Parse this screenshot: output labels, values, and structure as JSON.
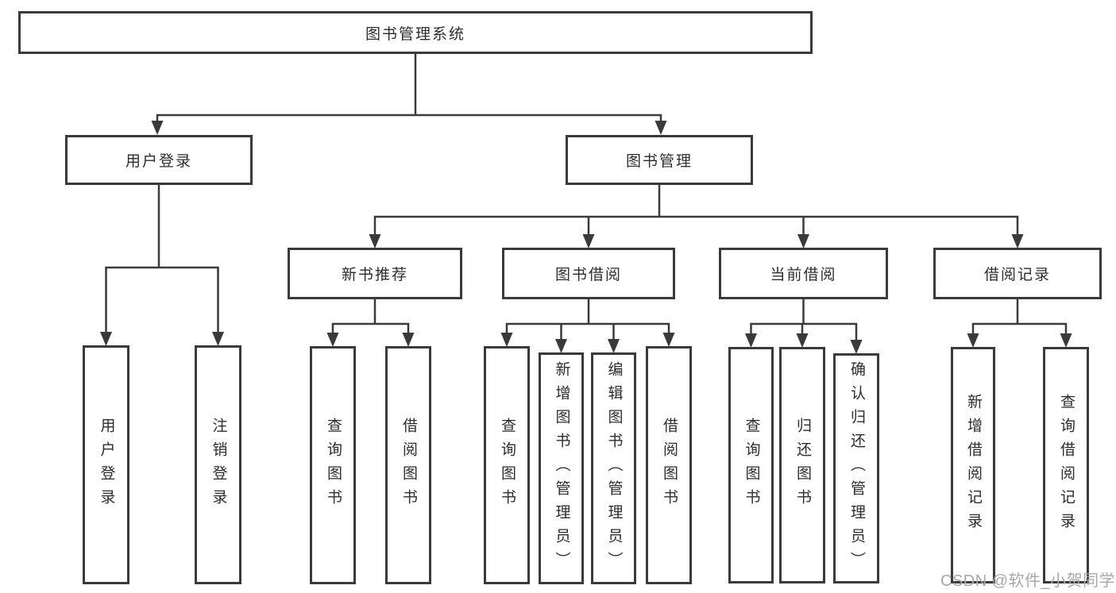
{
  "diagram": {
    "root": {
      "label": "图书管理系统"
    },
    "branches": [
      {
        "label": "用户登录",
        "children": [
          {
            "label": "用户登录"
          },
          {
            "label": "注销登录"
          }
        ]
      },
      {
        "label": "图书管理",
        "children": [
          {
            "label": "新书推荐",
            "children": [
              {
                "label": "查询图书"
              },
              {
                "label": "借阅图书"
              }
            ]
          },
          {
            "label": "图书借阅",
            "children": [
              {
                "label": "查询图书"
              },
              {
                "label": "新增图书（管理员）"
              },
              {
                "label": "编辑图书（管理员）"
              },
              {
                "label": "借阅图书"
              }
            ]
          },
          {
            "label": "当前借阅",
            "children": [
              {
                "label": "查询图书"
              },
              {
                "label": "归还图书"
              },
              {
                "label": "确认归还（管理员）"
              }
            ]
          },
          {
            "label": "借阅记录",
            "children": [
              {
                "label": "新增借阅记录"
              },
              {
                "label": "查询借阅记录"
              }
            ]
          }
        ]
      }
    ]
  },
  "watermark": {
    "text": "CSDN @软件_小贺同学"
  },
  "colors": {
    "line": "#3a3a3a",
    "box_border": "#3a3a3a",
    "box_background": "#ffffff",
    "text": "#2d2d2d",
    "watermark": "#a8a8a8"
  }
}
